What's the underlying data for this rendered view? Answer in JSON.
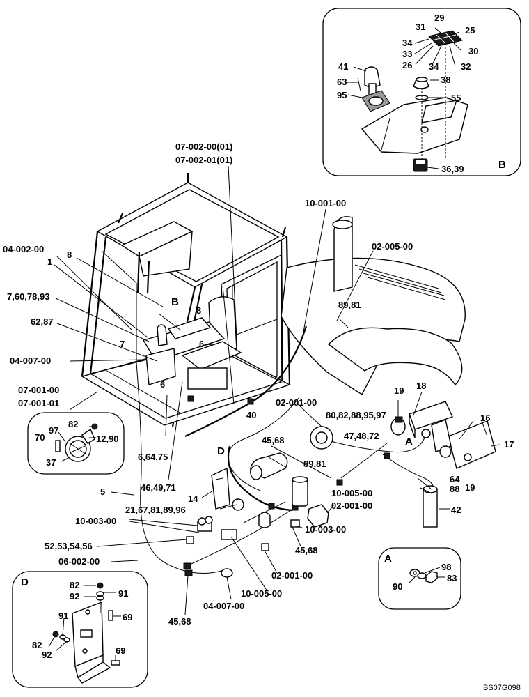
{
  "drawing_code": "BS07G098",
  "detail_b": {
    "letter": "B",
    "labels": [
      "29",
      "31",
      "25",
      "34",
      "33",
      "30",
      "26",
      "34",
      "32",
      "41",
      "38",
      "63",
      "95",
      "55",
      "36,39"
    ]
  },
  "detail_a": {
    "letter": "A",
    "labels": [
      "98",
      "90",
      "83"
    ]
  },
  "detail_d": {
    "letter": "D",
    "labels": [
      "82",
      "91",
      "92",
      "91",
      "69",
      "82",
      "92",
      "69"
    ]
  },
  "detail_lamp": {
    "labels": [
      "82",
      "97",
      "70",
      "12,90",
      "37"
    ]
  },
  "main_labels": {
    "cab_part": "07-002-00(01)",
    "cab_part_alt": "07-002-01(01)",
    "harness_top": "10-001-00",
    "fender": "02-005-00",
    "frame": "04-002-00",
    "n1": "1",
    "n8a": "8",
    "multi_7_60": "7,60,78,93",
    "b_marker": "B",
    "n8b": "8",
    "multi_89_81a": "89,81",
    "multi_62_87": "62,87",
    "n7": "7",
    "n6a": "6",
    "clip": "04-007-00",
    "n6b": "6",
    "seat": "07-001-00",
    "seat_alt": "07-001-01",
    "harness_main": "02-001-00",
    "n19a": "19",
    "n18": "18",
    "multi_80": "80,82,88,95,97",
    "n16": "16",
    "n40": "40",
    "multi_47": "47,48,72",
    "a_marker": "A",
    "n17": "17",
    "multi_45_68a": "45,68",
    "d_marker": "D",
    "multi_6_64": "6,64,75",
    "multi_89_81b": "89,81",
    "multi_46": "46,49,71",
    "n64": "64",
    "n88": "88",
    "n19b": "19",
    "n5": "5",
    "harness_mid": "10-005-00",
    "n14": "14",
    "multi_21": "21,67,81,89,96",
    "harness_pcb": "02-001-00",
    "n42": "42",
    "harness_left": "10-003-00",
    "harness_right": "10-003-00",
    "multi_52": "52,53,54,56",
    "multi_45_68b": "45,68",
    "harness_bottom": "06-002-00",
    "harness_low": "02-001-00",
    "harness_low2": "10-005-00",
    "clip_bottom": "04-007-00",
    "multi_45_68c": "45,68"
  }
}
